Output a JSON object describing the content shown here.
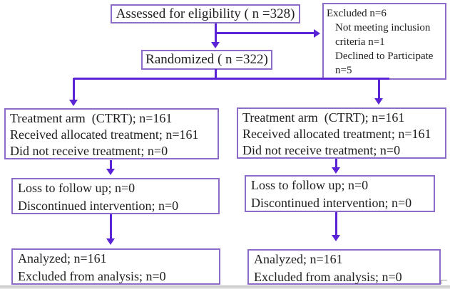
{
  "colors": {
    "arrow": "#5a23d6",
    "border": "#8d6cc9",
    "text": "#1e1e1e"
  },
  "boxes": {
    "assessed": {
      "label": "Assessed for eligibility ( n =328)"
    },
    "excluded": {
      "lines": [
        "Excluded n=6",
        "Not meeting inclusion",
        "criteria n=1",
        "Declined to Participate",
        "n=5"
      ]
    },
    "randomized": {
      "label": "Randomized ( n =322)"
    },
    "arm_left": {
      "lines": [
        "Treatment arm  (CTRT); n=161",
        "Received allocated treatment; n=161",
        "Did not receive treatment; n=0"
      ]
    },
    "arm_right": {
      "lines": [
        "Treatment arm  (CTRT); n=161",
        "Received allocated treatment; n=161",
        "Did not receive treatment; n=0"
      ]
    },
    "followup_left": {
      "lines": [
        "Loss to follow up; n=0",
        "Discontinued intervention; n=0"
      ]
    },
    "followup_right": {
      "lines": [
        "Loss to follow up; n=0",
        "Discontinued intervention; n=0"
      ]
    },
    "analyzed_left": {
      "lines": [
        "Analyzed; n=161",
        "Excluded from analysis; n=0"
      ]
    },
    "analyzed_right": {
      "lines": [
        "Analyzed; n=161",
        "Excluded from analysis; n=0"
      ]
    }
  }
}
